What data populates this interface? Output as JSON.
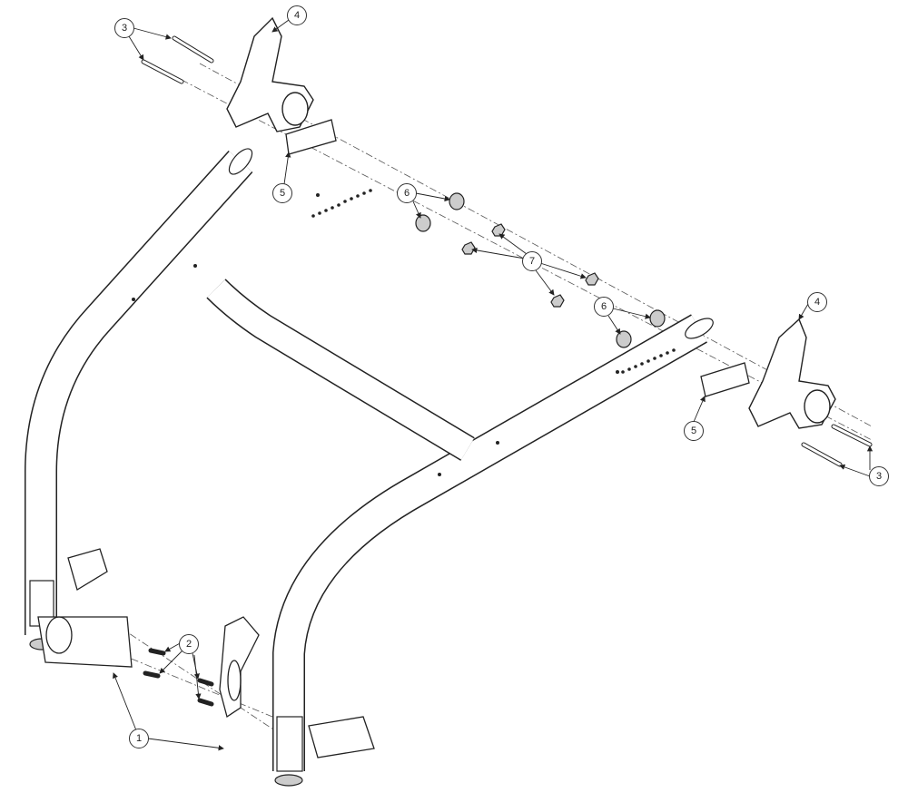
{
  "diagram": {
    "title": "Frame exploded view",
    "callouts": [
      {
        "id": "c3a",
        "label": "3"
      },
      {
        "id": "c4a",
        "label": "4"
      },
      {
        "id": "c5a",
        "label": "5"
      },
      {
        "id": "c6a",
        "label": "6"
      },
      {
        "id": "c7",
        "label": "7"
      },
      {
        "id": "c6b",
        "label": "6"
      },
      {
        "id": "c4b",
        "label": "4"
      },
      {
        "id": "c5b",
        "label": "5"
      },
      {
        "id": "c3b",
        "label": "3"
      },
      {
        "id": "c2",
        "label": "2"
      },
      {
        "id": "c1",
        "label": "1"
      }
    ],
    "colors": {
      "line": "#222222",
      "fill": "#ffffff",
      "part": "#d8d8d8"
    }
  }
}
